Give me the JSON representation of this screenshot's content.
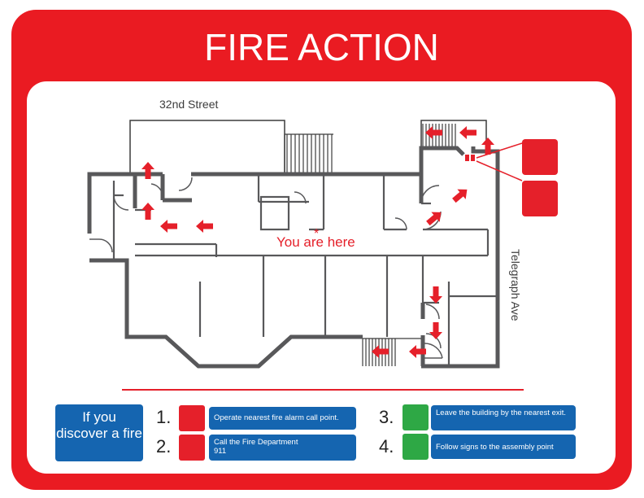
{
  "sign": {
    "title": "FIRE ACTION",
    "colors": {
      "red": "#ea1b22",
      "blue": "#1565b0",
      "green": "#2ea845",
      "wall": "#58585a"
    }
  },
  "map": {
    "street_top": "32nd Street",
    "street_right": "Telegraph Ave",
    "you_are_here": "You are here",
    "marker": "*",
    "legend_icons": [
      "fire-alarm-call-point-icon",
      "fire-extinguisher-icon"
    ]
  },
  "instructions": {
    "heading": "If you discover a fire",
    "steps": [
      {
        "number": "1.",
        "icon": "fire-alarm-icon",
        "text": "Operate nearest fire alarm call point.",
        "sub": ""
      },
      {
        "number": "2.",
        "icon": "fire-phone-icon",
        "text": "Call the Fire Department",
        "sub": "911"
      },
      {
        "number": "3.",
        "icon": "exit-icon",
        "text": "Leave the building by the nearest exit.",
        "sub": ""
      },
      {
        "number": "4.",
        "icon": "assembly-point-icon",
        "text": "Follow signs to the assembly point",
        "sub": ""
      }
    ]
  }
}
